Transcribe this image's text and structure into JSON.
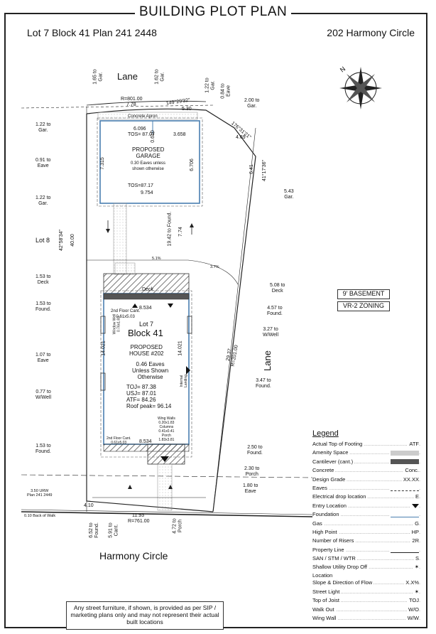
{
  "title": "BUILDING PLOT PLAN",
  "header": {
    "legal": "Lot 7 Block 41 Plan 241 2448",
    "address": "202 Harmony Circle"
  },
  "streets": {
    "lane_top": "Lane",
    "lane_right": "Lane",
    "harmony": "Harmony Circle"
  },
  "boxes": {
    "basement": "9' BASEMENT",
    "zoning": "VR-2 ZONING"
  },
  "left_labels": {
    "gar1": "1.22 to\nGar.",
    "eave1": "0.91 to\nEave",
    "gar2": "1.22 to\nGar.",
    "lot8": "Lot 8",
    "deck": "1.53 to\nDeck",
    "found1": "1.53 to\nFound.",
    "eave2": "1.07 to\nEave",
    "wwell": "0.77 to\nW/Well",
    "found2": "1.53 to\nFound."
  },
  "right_labels": {
    "gar_top": "2.00 to\nGar.",
    "gar_right": "5.43\nGar.",
    "deck": "5.08 to\nDeck",
    "found1": "4.57 to\nFound.",
    "wwell": "3.27 to\nW/Well",
    "found2": "3.47 to\nFound.",
    "found3": "2.50 to\nFound.",
    "porch": "2.30 to\nPorch",
    "eave": "1.80 to\nEave"
  },
  "top_labels": {
    "gar_a": "1.65 to\nGar.",
    "gar_b": "1.62 to\nGar.",
    "gar_c": "1.22 to\nGar.",
    "eave": "0.84 to\nEave",
    "radius": "R=801.00",
    "arc": "7.78",
    "bearing1": "149°29'32\"",
    "seg1": "5.30",
    "bearing2": "176°31'21\"",
    "seg2": "4.69",
    "seg3": "6.41",
    "bearing3": "41°17'36\""
  },
  "garage": {
    "apron": "Concrete Apron",
    "w_top": "6.096",
    "tos_top": "TOS= 87.07",
    "offset": "0.610",
    "w_right": "3.658",
    "depth_left": "7.315",
    "depth_right": "6.706",
    "name": "PROPOSED\nGARAGE",
    "eaves": "0.30 Eaves unless\nshown otherwise",
    "tos_bottom": "TOS=87.17",
    "width": "9.754",
    "found_dist": "19.42 to Found.",
    "walk_len": "7.74"
  },
  "lot": {
    "bearing": "42°58'34\"",
    "depth": "40.00",
    "right": "29.37\nR=201.00"
  },
  "house": {
    "deck": "Deck",
    "canti_top": "2nd Floor Cant.\n0.61x5.03",
    "width_top": "8.534",
    "lot": "Lot 7",
    "block": "Block 41",
    "proposed": "PROPOSED\nHOUSE #202",
    "eaves": "0.46 Eaves\nUnless Shown\nOtherwise",
    "grades": "TOJ= 87.38\nUSJ= 87.01\nATF= 84.26\nRoof peak= 96.14",
    "depth_left": "14.021",
    "depth_right": "14.021",
    "window_well": "Window Well\n0.76x1.83",
    "internal": "Internal\nLanding",
    "wing": "Wing Walls\n0.20x1.83\nColumns\n0.41x0.41\nPorch\n1.83x3.81",
    "canti_bottom": "2nd Floor Cant.\n0.61x5.03",
    "width_bottom": "8.534"
  },
  "bottom_labels": {
    "urw": "3.50 URW\nPlan 241 2449",
    "walk": "0.10 Back of Walk",
    "front": "4.10",
    "arc": "11.93",
    "radius": "R=761.00",
    "found": "6.52 to\nFound.",
    "cant": "5.91 to\nCant.",
    "porch": "4.72 to\nPorch",
    "slope": "5.1%",
    "slope2": "3.7%"
  },
  "legend": {
    "heading": "Legend",
    "items": [
      {
        "label": "Actual Top of Footing",
        "value": "ATF"
      },
      {
        "label": "Amenity Space",
        "value": ""
      },
      {
        "label": "Cantilever (cant.)",
        "value": ""
      },
      {
        "label": "Concrete",
        "value": "Conc."
      },
      {
        "label": "Design Grade",
        "value": "XX.XX"
      },
      {
        "label": "Eaves",
        "value": ""
      },
      {
        "label": "Electrical drop location",
        "value": "E"
      },
      {
        "label": "Entry Location",
        "value": ""
      },
      {
        "label": "Foundation",
        "value": ""
      },
      {
        "label": "Gas",
        "value": "G"
      },
      {
        "label": "High Point",
        "value": "HP"
      },
      {
        "label": "Number of Risers",
        "value": "2R"
      },
      {
        "label": "Property Line",
        "value": ""
      },
      {
        "label": "SAN / STM / WTR",
        "value": "S"
      },
      {
        "label": "Shallow Utility Drop Off\nLocation",
        "value": ""
      },
      {
        "label": "Slope & Direction of Flow",
        "value": "X.X%"
      },
      {
        "label": "Street Light",
        "value": ""
      },
      {
        "label": "Top of Joist",
        "value": "TOJ"
      },
      {
        "label": "Walk Out",
        "value": "W/O"
      },
      {
        "label": "Wing Wall",
        "value": "W/W"
      }
    ]
  },
  "disclaimer": "Any street furniture, if shown, is provided as per SIP / marketing plans only and may not represent their actual built locations",
  "colors": {
    "foundation": "#4a7fb0",
    "gas": "#c25ca8",
    "property": "#222222",
    "hatch": "#555555"
  }
}
